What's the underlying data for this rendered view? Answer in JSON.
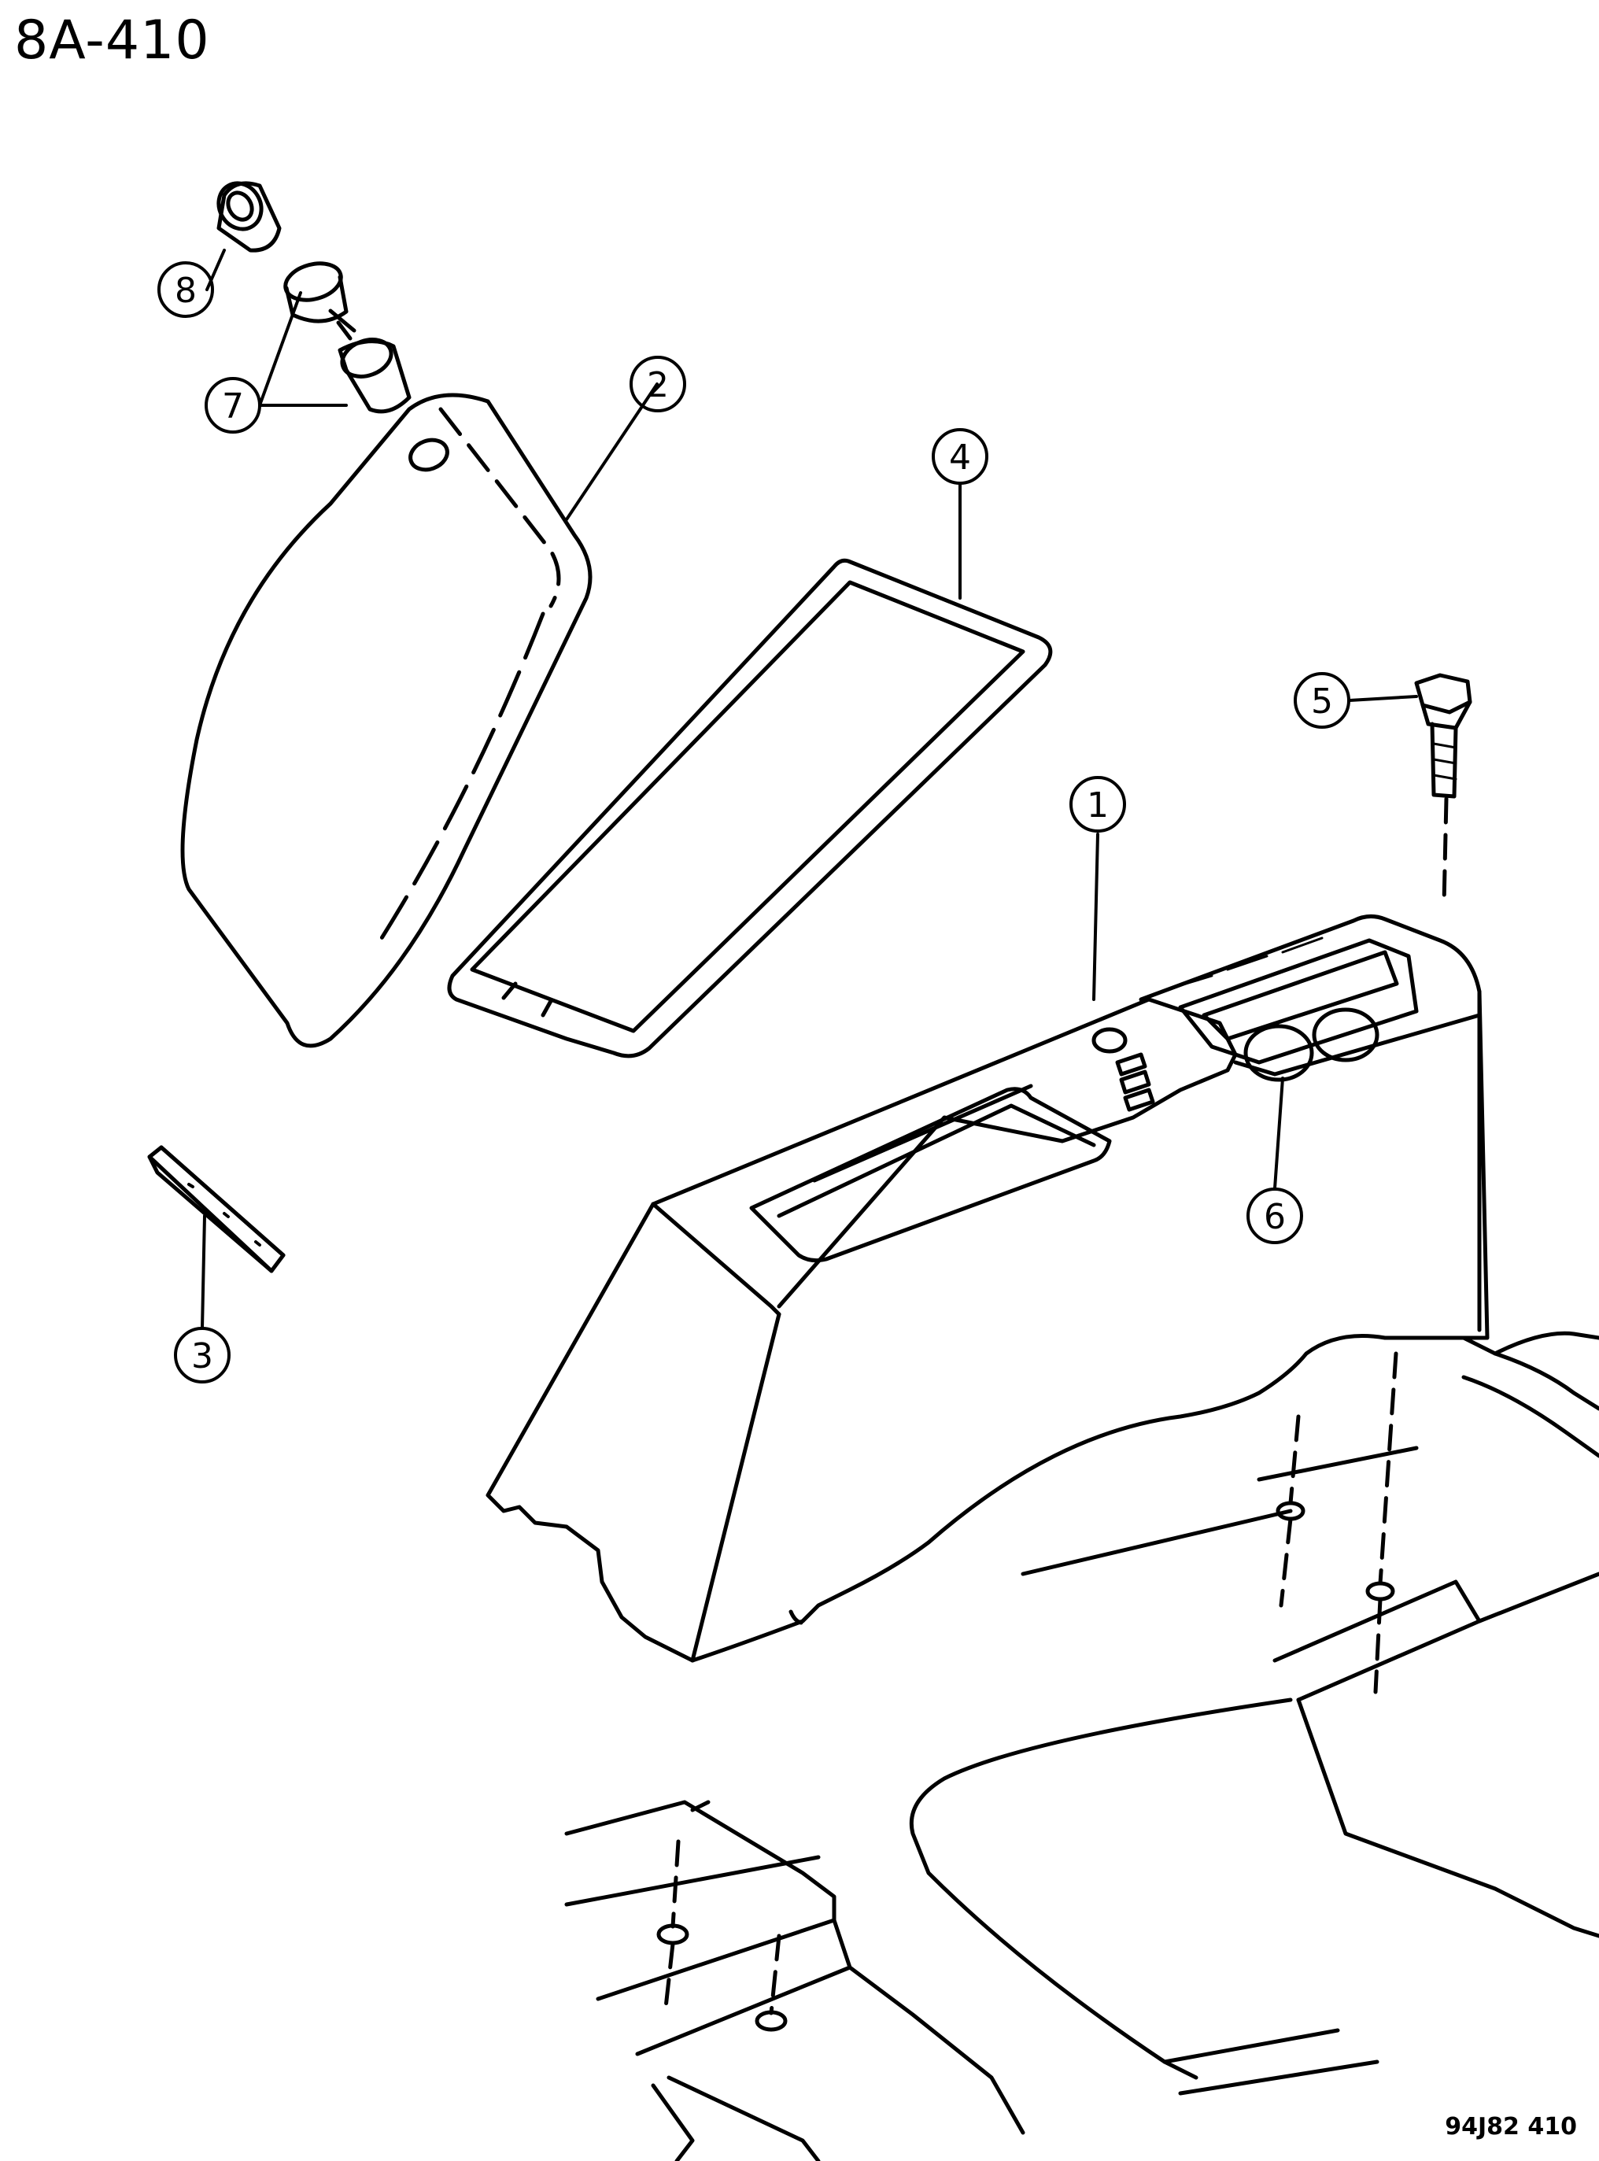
{
  "page_code": "8A-410",
  "figure_id": "94J82 410",
  "callouts": [
    {
      "id": "1",
      "part": "center-console"
    },
    {
      "id": "2",
      "part": "armrest-lid"
    },
    {
      "id": "3",
      "part": "strip"
    },
    {
      "id": "4",
      "part": "lid-seal"
    },
    {
      "id": "5",
      "part": "bolt"
    },
    {
      "id": "6",
      "part": "cup-holder-mat"
    },
    {
      "id": "7",
      "part": "lock-cylinder-housing"
    },
    {
      "id": "8",
      "part": "lock-cylinder"
    }
  ],
  "line_color": "#000000",
  "background": "#ffffff"
}
